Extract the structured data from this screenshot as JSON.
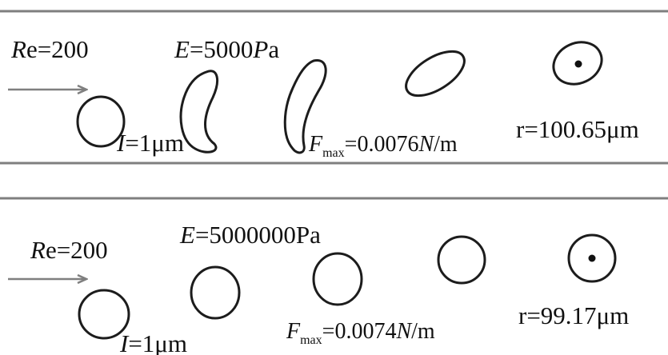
{
  "panels": [
    {
      "re_symbol": "R",
      "re_rest": "e=200",
      "e_symbol": "E",
      "e_value": "=5000",
      "e_unit_italic": "P",
      "e_unit_rest": "a",
      "i_symbol": "I",
      "i_value": "=1μm",
      "f_symbol": "F",
      "f_sub": "max",
      "f_value": "=0.0076",
      "f_unit_italic": "N",
      "f_unit_rest": "/m",
      "radius_label": "r=100.65μm"
    },
    {
      "re_symbol": "R",
      "re_rest": "e=200",
      "e_symbol": "E",
      "e_value": "=5000000Pa",
      "e_unit_italic": "",
      "e_unit_rest": "",
      "i_symbol": "I",
      "i_value": "=1μm",
      "f_symbol": "F",
      "f_sub": "max",
      "f_value": "=0.0074",
      "f_unit_italic": "N",
      "f_unit_rest": "/m",
      "radius_label": "r=99.17μm"
    }
  ],
  "colors": {
    "wall": "#7f7f7f",
    "arrow": "#7f7f7f",
    "cell_outline": "#1c1c1c",
    "text": "#111111"
  }
}
